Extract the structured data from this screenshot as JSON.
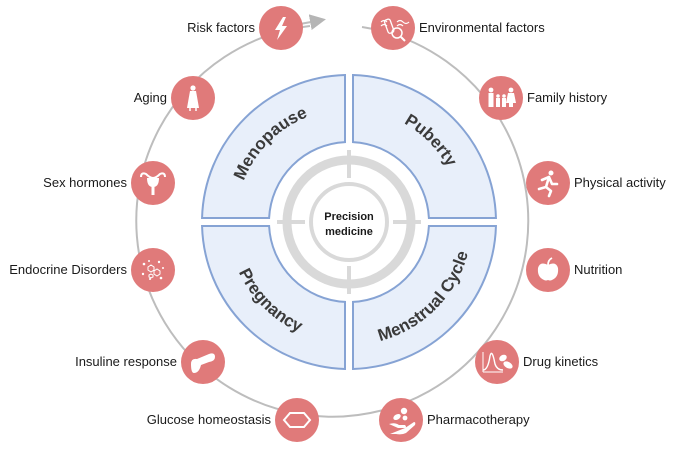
{
  "title": "Precision medicine",
  "center": {
    "line1": "Precision",
    "line2": "medicine"
  },
  "life_stages": [
    {
      "id": "menopause",
      "label": "Menopause"
    },
    {
      "id": "puberty",
      "label": "Puberty"
    },
    {
      "id": "pregnancy",
      "label": "Pregnancy"
    },
    {
      "id": "menstrual-cycle",
      "label": "Menstrual Cycle"
    }
  ],
  "factors": [
    {
      "id": "risk-factors",
      "label": "Risk factors",
      "icon": "lightning-icon",
      "side": "left"
    },
    {
      "id": "environmental-factors",
      "label": "Environmental factors",
      "icon": "environment-magnifier-icon",
      "side": "right"
    },
    {
      "id": "aging",
      "label": "Aging",
      "icon": "elderly-person-icon",
      "side": "left"
    },
    {
      "id": "family-history",
      "label": "Family history",
      "icon": "family-icon",
      "side": "right"
    },
    {
      "id": "sex-hormones",
      "label": "Sex hormones",
      "icon": "uterus-icon",
      "side": "left"
    },
    {
      "id": "physical-activity",
      "label": "Physical activity",
      "icon": "running-person-icon",
      "side": "right"
    },
    {
      "id": "endocrine-disorders",
      "label": "Endocrine Disorders",
      "icon": "molecules-icon",
      "side": "left"
    },
    {
      "id": "nutrition",
      "label": "Nutrition",
      "icon": "apple-icon",
      "side": "right"
    },
    {
      "id": "insuline-response",
      "label": "Insuline response",
      "icon": "pancreas-icon",
      "side": "left"
    },
    {
      "id": "drug-kinetics",
      "label": "Drug kinetics",
      "icon": "pk-curve-pills-icon",
      "side": "right"
    },
    {
      "id": "glucose-homeostasis",
      "label": "Glucose homeostasis",
      "icon": "hexagon-icon",
      "side": "left"
    },
    {
      "id": "pharmacotherapy",
      "label": "Pharmacotherapy",
      "icon": "hand-pills-icon",
      "side": "right"
    }
  ],
  "colors": {
    "icon_fill": "#e07a7a",
    "quadrant_fill": "#e8effa",
    "quadrant_stroke": "#86a3d4",
    "ring_gray": "#d9d9d9",
    "orbit_gray": "#bdbdbd",
    "text": "#1a1a1a",
    "stage_text": "#3a3a3a"
  }
}
